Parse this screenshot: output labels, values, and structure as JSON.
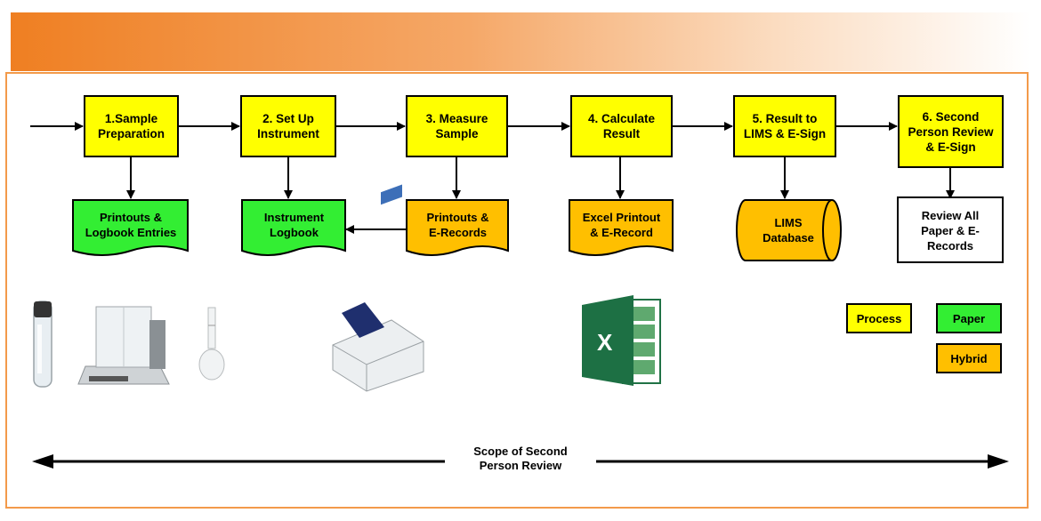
{
  "colors": {
    "process": "#ffff00",
    "paper": "#33ee33",
    "hybrid": "#ffbf00",
    "electronic": "#ffffff",
    "accent": "#ef7f22"
  },
  "steps": [
    {
      "label": "1.Sample\nPreparation"
    },
    {
      "label": "2. Set Up\nInstrument"
    },
    {
      "label": "3. Measure\nSample"
    },
    {
      "label": "4. Calculate\nResult"
    },
    {
      "label": "5. Result to\nLIMS & E-Sign"
    },
    {
      "label": "6. Second\nPerson Review\n& E-Sign"
    }
  ],
  "records": [
    {
      "label": "Printouts &\nLogbook Entries",
      "kind": "paper"
    },
    {
      "label": "Instrument\nLogbook",
      "kind": "paper"
    },
    {
      "label": "Printouts &\nE-Records",
      "kind": "hybrid"
    },
    {
      "label": "Excel Printout\n& E-Record",
      "kind": "hybrid"
    },
    {
      "label": "LIMS\nDatabase",
      "kind": "hybrid"
    },
    {
      "label": "Review All\nPaper & E-\nRecords",
      "kind": "electronic"
    }
  ],
  "legend": {
    "process": "Process",
    "paper": "Paper",
    "hybrid": "Hybrid"
  },
  "scope": {
    "label": "Scope of Second\nPerson Review"
  },
  "icons": [
    "test-tube-icon",
    "analytical-balance-icon",
    "volumetric-flask-icon",
    "spectrophotometer-icon",
    "excel-icon"
  ]
}
